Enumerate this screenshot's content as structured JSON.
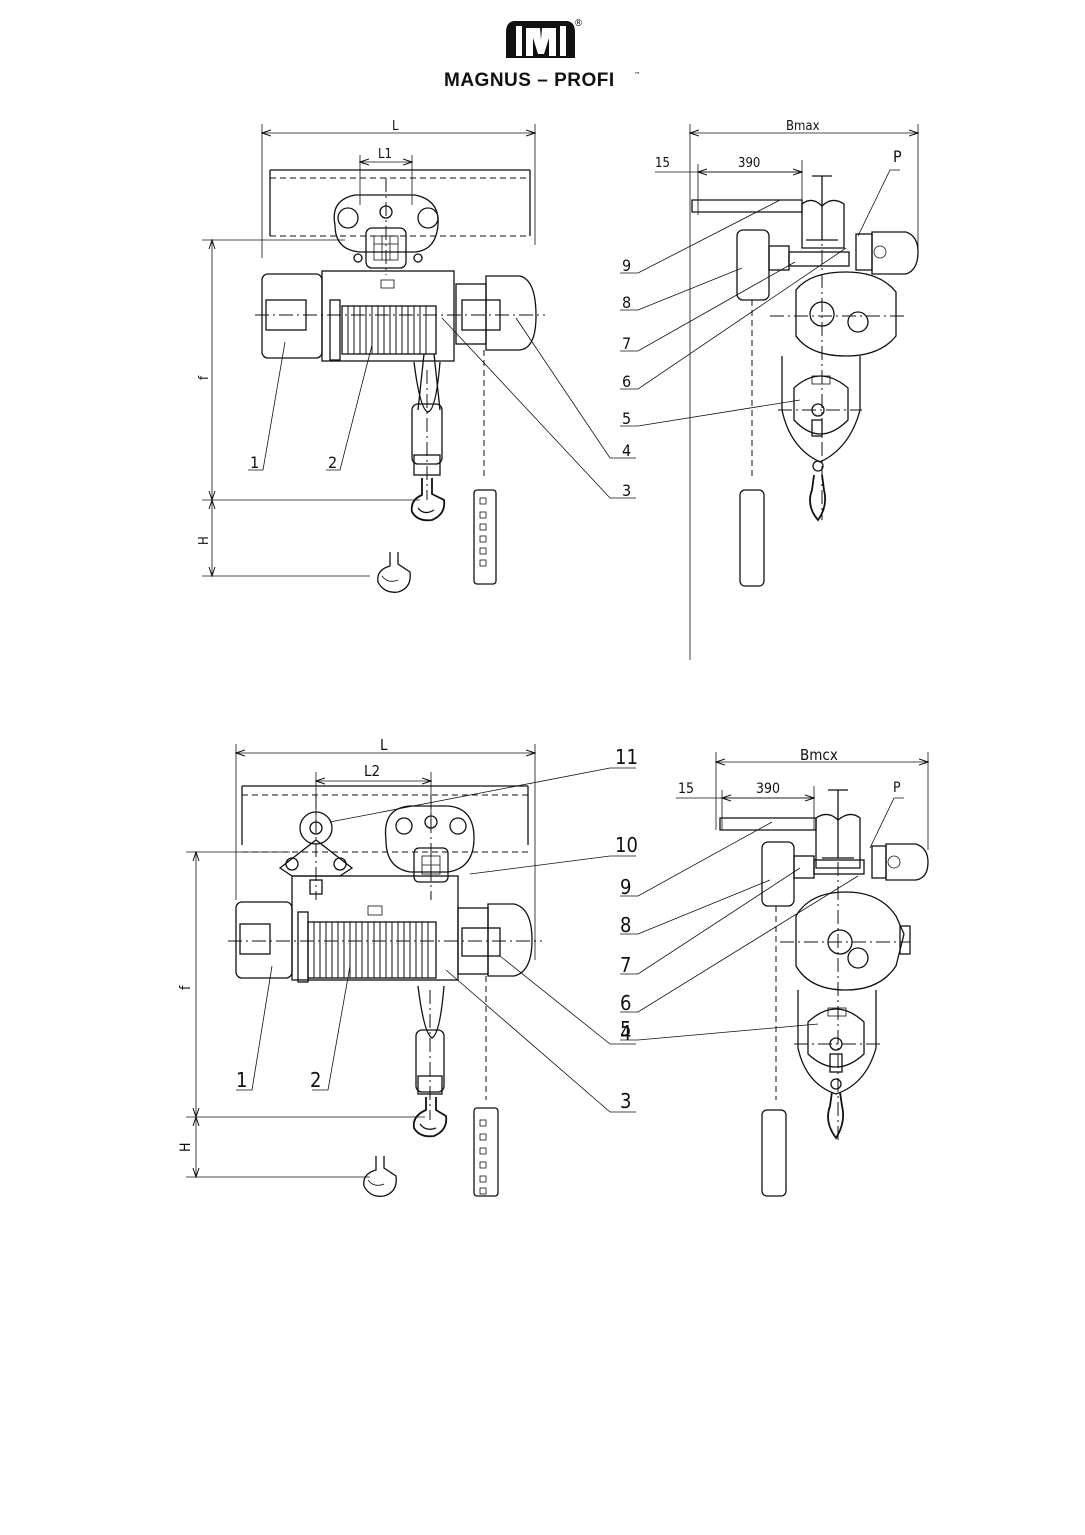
{
  "brand": {
    "name": "MAGNUS – PROFI",
    "registered_mark": "®",
    "trademark_mark": "™"
  },
  "drawing_top": {
    "front": {
      "dims": {
        "overall_length": "L",
        "wheel_spacing": "L1",
        "height": "f",
        "lift": "H"
      },
      "callouts": [
        "1",
        "2",
        "3",
        "4"
      ]
    },
    "side": {
      "dims": {
        "overall_width": "Bmax",
        "offset": "15",
        "pendant_offset": "390",
        "pitch": "P"
      },
      "callouts": [
        "9",
        "8",
        "7",
        "6",
        "5"
      ]
    }
  },
  "drawing_bottom": {
    "front": {
      "dims": {
        "overall_length": "L",
        "wheel_spacing": "L2",
        "height": "f",
        "lift": "H"
      },
      "callouts": [
        "11",
        "10",
        "1",
        "2",
        "3",
        "4"
      ]
    },
    "side": {
      "dims": {
        "overall_width": "Bmcx",
        "offset": "15",
        "pendant_offset": "390",
        "pitch": "P"
      },
      "callouts": [
        "9",
        "8",
        "7",
        "6",
        "5"
      ]
    }
  }
}
